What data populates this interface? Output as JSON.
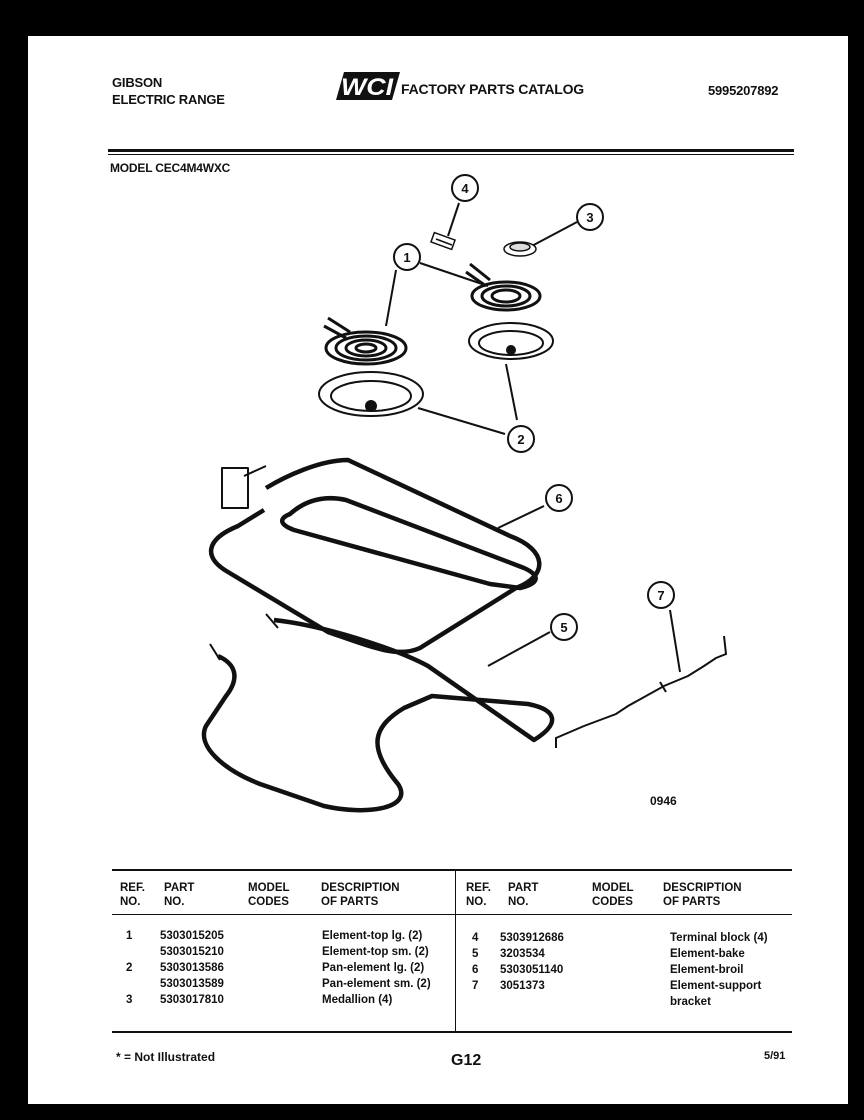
{
  "header": {
    "brand": "GIBSON",
    "product": "ELECTRIC RANGE",
    "logo": "WCI",
    "catalog_title": "FACTORY PARTS CATALOG",
    "catalog_number": "5995207892",
    "model_label": "MODEL CEC4M4WXC"
  },
  "diagram": {
    "callouts": [
      "1",
      "2",
      "3",
      "4",
      "5",
      "6",
      "7"
    ],
    "code": "0946"
  },
  "table": {
    "headers": {
      "ref_line1": "REF.",
      "ref_line2": "NO.",
      "part_line1": "PART",
      "part_line2": "NO.",
      "model_line1": "MODEL",
      "model_line2": "CODES",
      "desc_line1": "DESCRIPTION",
      "desc_line2": "OF PARTS"
    },
    "left_rows": [
      {
        "ref": "1",
        "part": "5303015205",
        "codes": "",
        "desc": "Element-top lg. (2)"
      },
      {
        "ref": "",
        "part": "5303015210",
        "codes": "",
        "desc": "Element-top sm. (2)"
      },
      {
        "ref": "2",
        "part": "5303013586",
        "codes": "",
        "desc": "Pan-element lg. (2)"
      },
      {
        "ref": "",
        "part": "5303013589",
        "codes": "",
        "desc": "Pan-element sm. (2)"
      },
      {
        "ref": "3",
        "part": "5303017810",
        "codes": "",
        "desc": "Medallion (4)"
      }
    ],
    "right_rows": [
      {
        "ref": "4",
        "part": "5303912686",
        "codes": "",
        "desc": "Terminal block (4)"
      },
      {
        "ref": "5",
        "part": "3203534",
        "codes": "",
        "desc": "Element-bake"
      },
      {
        "ref": "6",
        "part": "5303051140",
        "codes": "",
        "desc": "Element-broil"
      },
      {
        "ref": "7",
        "part": "3051373",
        "codes": "",
        "desc": "Element-support"
      },
      {
        "ref": "",
        "part": "",
        "codes": "",
        "desc": "bracket"
      }
    ]
  },
  "footer": {
    "note": "* = Not Illustrated",
    "page": "G12",
    "date": "5/91"
  }
}
